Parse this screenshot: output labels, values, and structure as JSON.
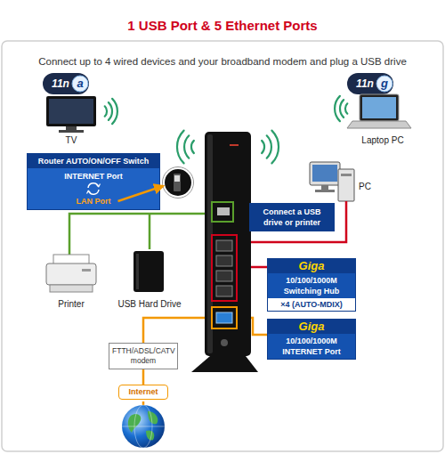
{
  "diagram": {
    "title": "1 USB Port & 5 Ethernet Ports",
    "caption": "Connect up to 4 wired devices and your broadband modem and plug a USB drive",
    "nodes": [
      {
        "text": [
          "Router AUTO/ON/OFF Switch",
          "INTERNET Port",
          "LAN Port"
        ]
      },
      {
        "text": [
          "Connect a USB drive or printer"
        ]
      },
      {
        "text": [
          "Giga",
          "10/100/1000M Switching Hub",
          "×4 (AUTO-MDIX)"
        ]
      },
      {
        "text": [
          "Giga",
          "10/100/1000M INTERNET Port"
        ]
      },
      {
        "text": [
          "FTTH/ADSL/CATV modem"
        ]
      },
      {
        "text": [
          "Internet"
        ]
      }
    ],
    "edges": [
      {
        "from": 4,
        "to": 5,
        "arrow": "none"
      }
    ],
    "labels": [
      "11n",
      "a",
      "11n",
      "g",
      "TV",
      "Laptop PC",
      "PC",
      "Printer",
      "USB Hard Drive"
    ]
  }
}
